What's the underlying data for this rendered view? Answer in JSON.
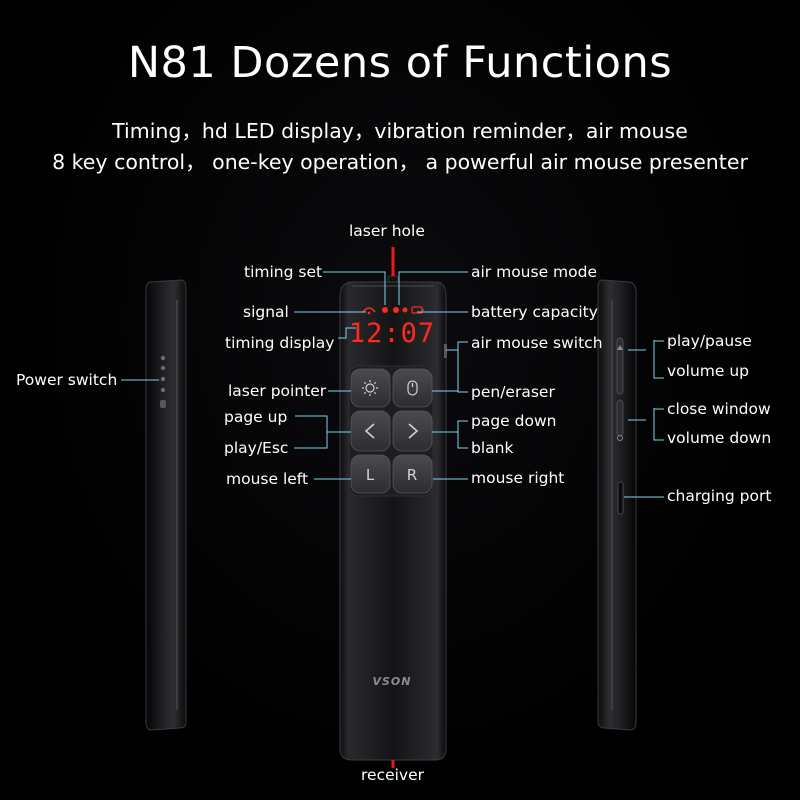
{
  "title": "N81 Dozens of Functions",
  "subtitle_line1": "Timing，hd LED display，vibration reminder，air mouse",
  "subtitle_line2": "8 key control，  one-key operation，  a powerful air mouse presenter",
  "brand": "VSON",
  "led_time": "12:07",
  "keys": {
    "mouse_left": "L",
    "mouse_right": "R"
  },
  "labels": {
    "laser_hole": "laser hole",
    "timing_set": "timing set",
    "signal": "signal",
    "timing_display": "timing display",
    "laser_pointer": "laser pointer",
    "page_up": "page up",
    "play_esc": "play/Esc",
    "mouse_left": "mouse left",
    "air_mouse_mode": "air mouse mode",
    "battery_capacity": "battery capacity",
    "air_mouse_switch": "air mouse switch",
    "pen_eraser": "pen/eraser",
    "page_down": "page down",
    "blank": "blank",
    "mouse_right": "mouse right",
    "receiver": "receiver",
    "power_switch": "Power switch",
    "play_pause": "play/pause",
    "volume_up": "volume up",
    "close_window": "close window",
    "volume_down": "volume down",
    "charging_port": "charging port"
  },
  "colors": {
    "led": "#ff2a1a",
    "laser": "#e81a12",
    "leader_line": "#7fd1f0",
    "body": "#141416"
  }
}
